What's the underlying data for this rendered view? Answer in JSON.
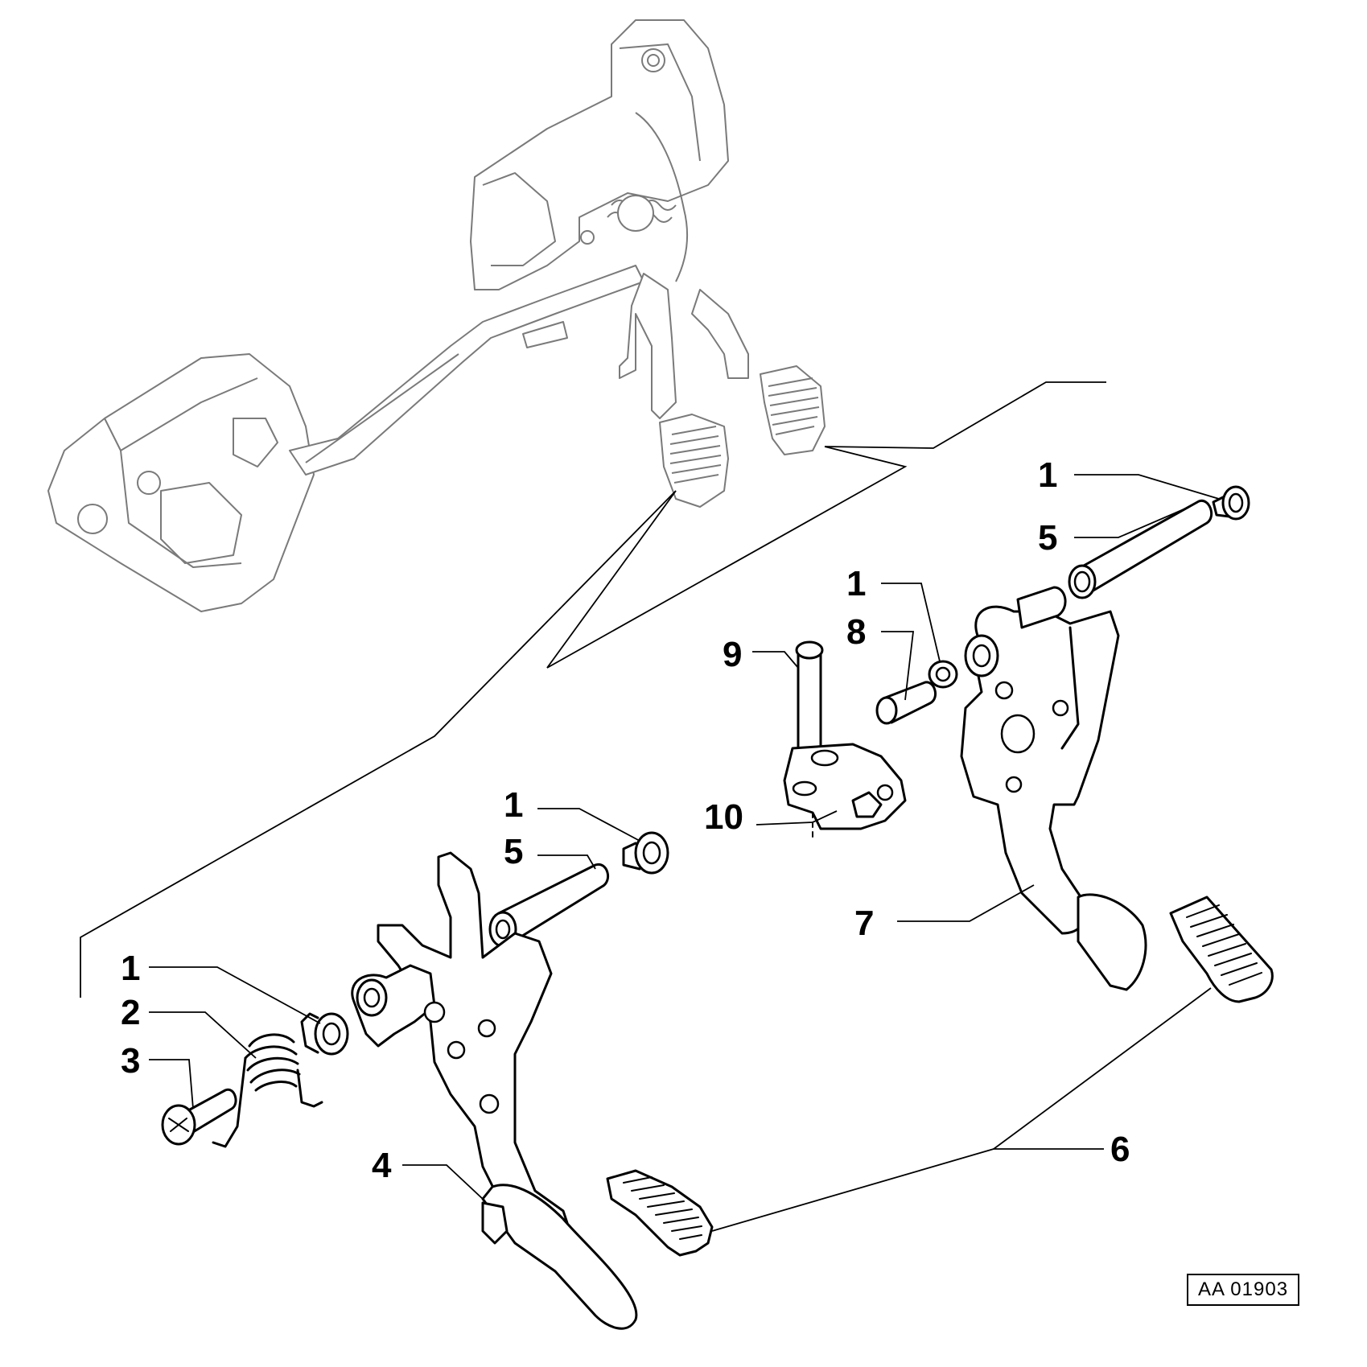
{
  "diagram": {
    "reference_code": "AA 01903",
    "callouts": {
      "c1_top": "1",
      "c5_top": "5",
      "c1_mid": "1",
      "c8": "8",
      "c9": "9",
      "c10": "10",
      "c7": "7",
      "c1_lower": "1",
      "c5_lower": "5",
      "c1_left": "1",
      "c2": "2",
      "c3": "3",
      "c4": "4",
      "c6": "6"
    }
  }
}
